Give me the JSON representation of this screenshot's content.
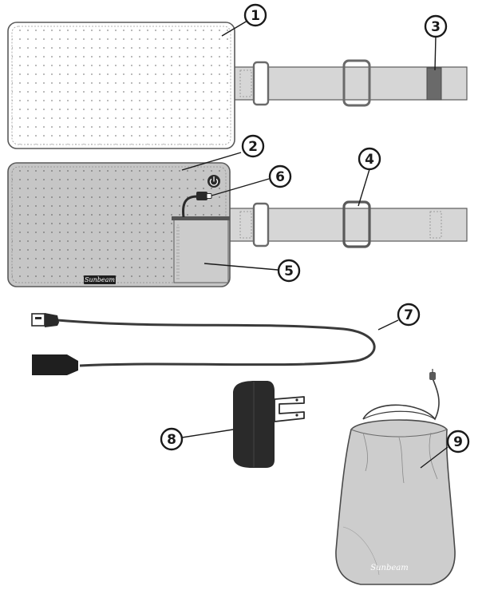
{
  "diagram": {
    "callouts": [
      "1",
      "2",
      "3",
      "4",
      "5",
      "6",
      "7",
      "8",
      "9"
    ],
    "brand_logo": "Sunbeam"
  },
  "colors": {
    "outline": "#5a5a5a",
    "strap": "#d4d4d4",
    "pad_light": "#ffffff",
    "pad_dark": "#c4c4c4",
    "buckle": "#6a6a6a",
    "cable": "#3a3a3a",
    "bag": "#cfcfcf"
  },
  "icons": {
    "power": "power-icon"
  }
}
